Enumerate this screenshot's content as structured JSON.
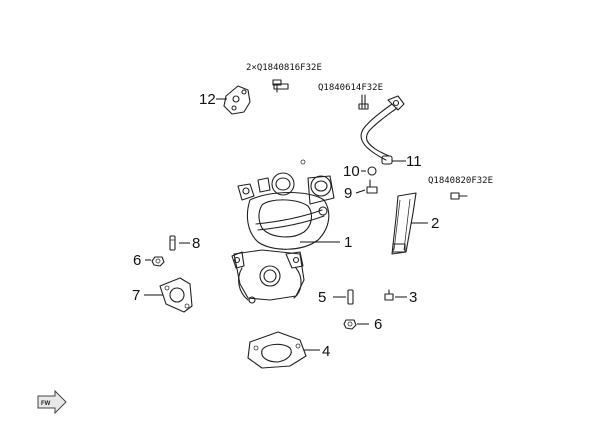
{
  "callouts": {
    "c1": "1",
    "c2": "2",
    "c3": "3",
    "c4": "4",
    "c5": "5",
    "c6a": "6",
    "c6b": "6",
    "c7": "7",
    "c8": "8",
    "c9": "9",
    "c10": "10",
    "c11": "11",
    "c12": "12"
  },
  "part_codes": {
    "code_bolt_a": "2×Q1840816F32E",
    "code_bolt_b": "Q1840614F32E",
    "code_bolt_c": "Q1840820F32E"
  },
  "forward_marker": "FW"
}
